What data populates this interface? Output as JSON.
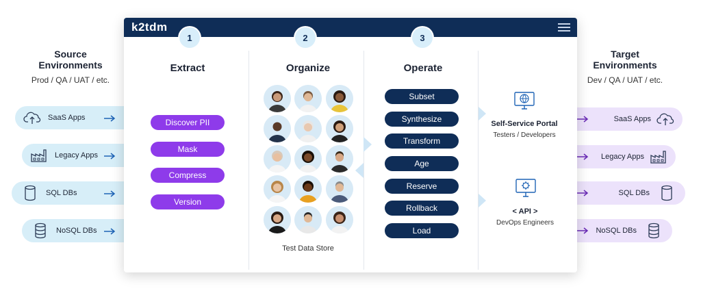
{
  "source": {
    "title_line1": "Source",
    "title_line2": "Environments",
    "subtitle": "Prod / QA / UAT / etc.",
    "items": [
      {
        "label": "SaaS Apps",
        "icon": "cloud-upload-icon"
      },
      {
        "label": "Legacy Apps",
        "icon": "factory-icon"
      },
      {
        "label": "SQL DBs",
        "icon": "database-icon"
      },
      {
        "label": "NoSQL DBs",
        "icon": "database-stack-icon"
      }
    ]
  },
  "target": {
    "title_line1": "Target",
    "title_line2": "Environments",
    "subtitle": "Dev / QA / UAT / etc.",
    "items": [
      {
        "label": "SaaS Apps",
        "icon": "cloud-upload-icon"
      },
      {
        "label": "Legacy Apps",
        "icon": "factory-icon"
      },
      {
        "label": "SQL DBs",
        "icon": "database-icon"
      },
      {
        "label": "NoSQL DBs",
        "icon": "database-stack-icon"
      }
    ]
  },
  "panel": {
    "logo": "k2tdm",
    "steps": [
      {
        "number": "1",
        "title": "Extract"
      },
      {
        "number": "2",
        "title": "Organize"
      },
      {
        "number": "3",
        "title": "Operate"
      }
    ],
    "extract_actions": [
      "Discover PII",
      "Mask",
      "Compress",
      "Version"
    ],
    "operate_actions": [
      "Subset",
      "Synthesize",
      "Transform",
      "Age",
      "Reserve",
      "Rollback",
      "Load"
    ],
    "store_label": "Test Data Store",
    "portal": {
      "title": "Self-Service Portal",
      "subtitle": "Testers / Developers",
      "icon": "monitor-globe-icon"
    },
    "api": {
      "title": "< API >",
      "subtitle": "DevOps Engineers",
      "icon": "monitor-gear-icon"
    }
  },
  "colors": {
    "navy": "#0f2d57",
    "purple": "#8e3bea",
    "light_blue": "#d7eef8",
    "light_purple": "#ece2fb",
    "arrow_blue": "#1e63b5"
  }
}
